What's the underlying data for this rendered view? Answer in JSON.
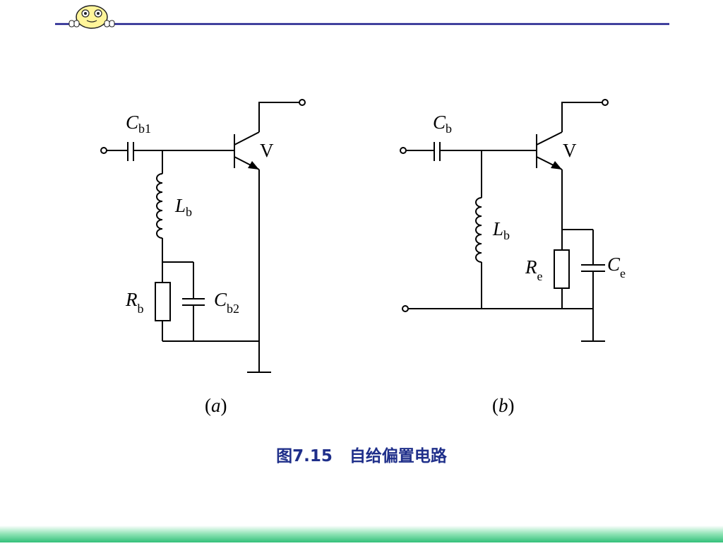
{
  "colors": {
    "header_line": "#1a1a8a",
    "title": "#1f2f8a",
    "footer_gradient": [
      "#ffffff",
      "#8fe3b5",
      "#33c07a"
    ]
  },
  "icons": {
    "header": "mascot-face-icon"
  },
  "circuit_a": {
    "caption": "a",
    "transistor_label": "V",
    "c_in": {
      "sym": "C",
      "sub": "b1"
    },
    "inductor": {
      "sym": "L",
      "sub": "b"
    },
    "resistor": {
      "sym": "R",
      "sub": "b"
    },
    "c_bias": {
      "sym": "C",
      "sub": "b2"
    }
  },
  "circuit_b": {
    "caption": "b",
    "transistor_label": "V",
    "c_in": {
      "sym": "C",
      "sub": "b"
    },
    "inductor": {
      "sym": "L",
      "sub": "b"
    },
    "resistor": {
      "sym": "R",
      "sub": "e"
    },
    "c_bias": {
      "sym": "C",
      "sub": "e"
    }
  },
  "figure_title": "图7.15   自给偏置电路"
}
